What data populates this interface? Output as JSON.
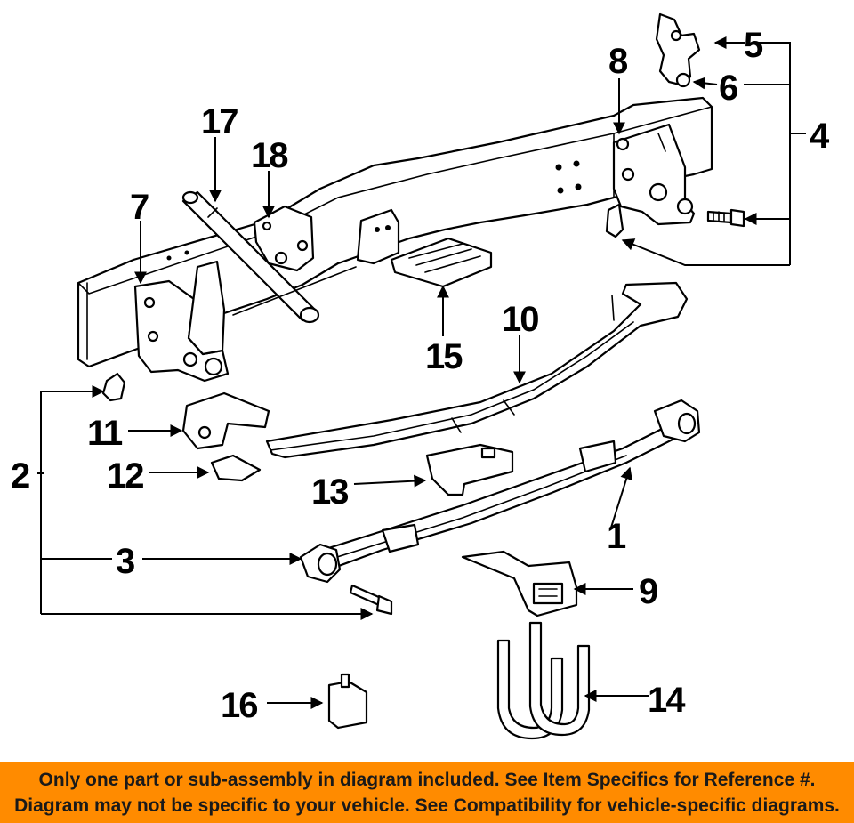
{
  "callouts": {
    "c1": "1",
    "c2": "2",
    "c3": "3",
    "c4": "4",
    "c5": "5",
    "c6": "6",
    "c7": "7",
    "c8": "8",
    "c9": "9",
    "c10": "10",
    "c11": "11",
    "c12": "12",
    "c13": "13",
    "c14": "14",
    "c15": "15",
    "c16": "16",
    "c17": "17",
    "c18": "18"
  },
  "banner": {
    "line1": "Only one part or sub-assembly in diagram included. See Item Specifics for Reference #.",
    "line2": "Diagram may not be specific to your vehicle. See Compatibility for vehicle-specific diagrams."
  },
  "colors": {
    "banner_background": "#ff8b00",
    "line_art": "#000000",
    "background": "#ffffff"
  }
}
